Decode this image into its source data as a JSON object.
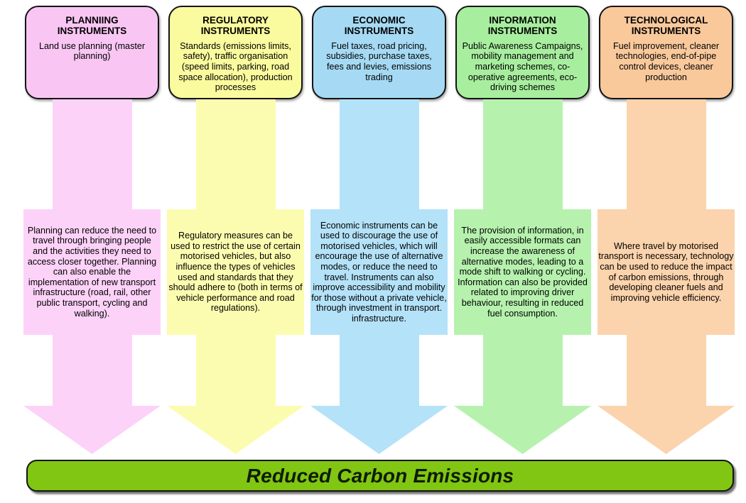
{
  "banner": {
    "label": "Reduced Carbon Emissions",
    "fill": "#80C613",
    "border_color": "#141414",
    "text_color": "#0E1C00"
  },
  "columns": [
    {
      "id": "planning",
      "title": "PLANNIING INSTRUMENTS",
      "subtitle": "Land use planning (master planning)",
      "description": "Planning can reduce the need to travel through bringing people and the activities they need to access closer together. Planning can also enable the implementation of new transport infrastructure (road, rail, other public transport, cycling and walking).",
      "box_color": "#F9C6F3",
      "arrow_color": "#FDD2F8"
    },
    {
      "id": "regulatory",
      "title": "REGULATORY INSTRUMENTS",
      "subtitle": "Standards (emissions limits, safety), traffic organisation (speed limits, parking, road space allocation), production processes",
      "description": "Regulatory measures can be used to restrict the use of certain motorised vehicles, but also influence the types of vehicles used and standards that they should adhere to (both in terms of vehicle performance and road regulations).",
      "box_color": "#FAFA9E",
      "arrow_color": "#FCFCB0"
    },
    {
      "id": "economic",
      "title": "ECONOMIC INSTRUMENTS",
      "subtitle": "Fuel taxes, road pricing, subsidies, purchase taxes, fees and levies, emissions trading",
      "description": "Economic instruments can be used to discourage the use of motorised vehicles, which will encourage the use of alternative modes, or reduce the need to travel. Instruments can also improve accessibility and mobility for those without a private vehicle, through investment in transport. infrastructure.",
      "box_color": "#A6DAF4",
      "arrow_color": "#B4E2F8"
    },
    {
      "id": "information",
      "title": "INFORMATION INSTRUMENTS",
      "subtitle": "Public Awareness Campaigns, mobility management and marketing schemes, co-operative agreements, eco-driving schemes",
      "description": "The provision of information, in easily accessible formats can increase the awareness of alternative modes, leading to a mode shift to walking or cycling. Information can also be provided related to improving driver behaviour, resulting in reduced fuel consumption.",
      "box_color": "#A8EE9F",
      "arrow_color": "#B6F2AE"
    },
    {
      "id": "technological",
      "title": "TECHNOLOGICAL INSTRUMENTS",
      "subtitle": "Fuel improvement, cleaner technologies, end-of-pipe control devices, cleaner production",
      "description": "Where travel by motorised transport is necessary, technology can be used to reduce the impact of carbon emissions, through developing cleaner fuels and improving vehicle efficiency.",
      "box_color": "#F9C99C",
      "arrow_color": "#FBD3AC"
    }
  ]
}
